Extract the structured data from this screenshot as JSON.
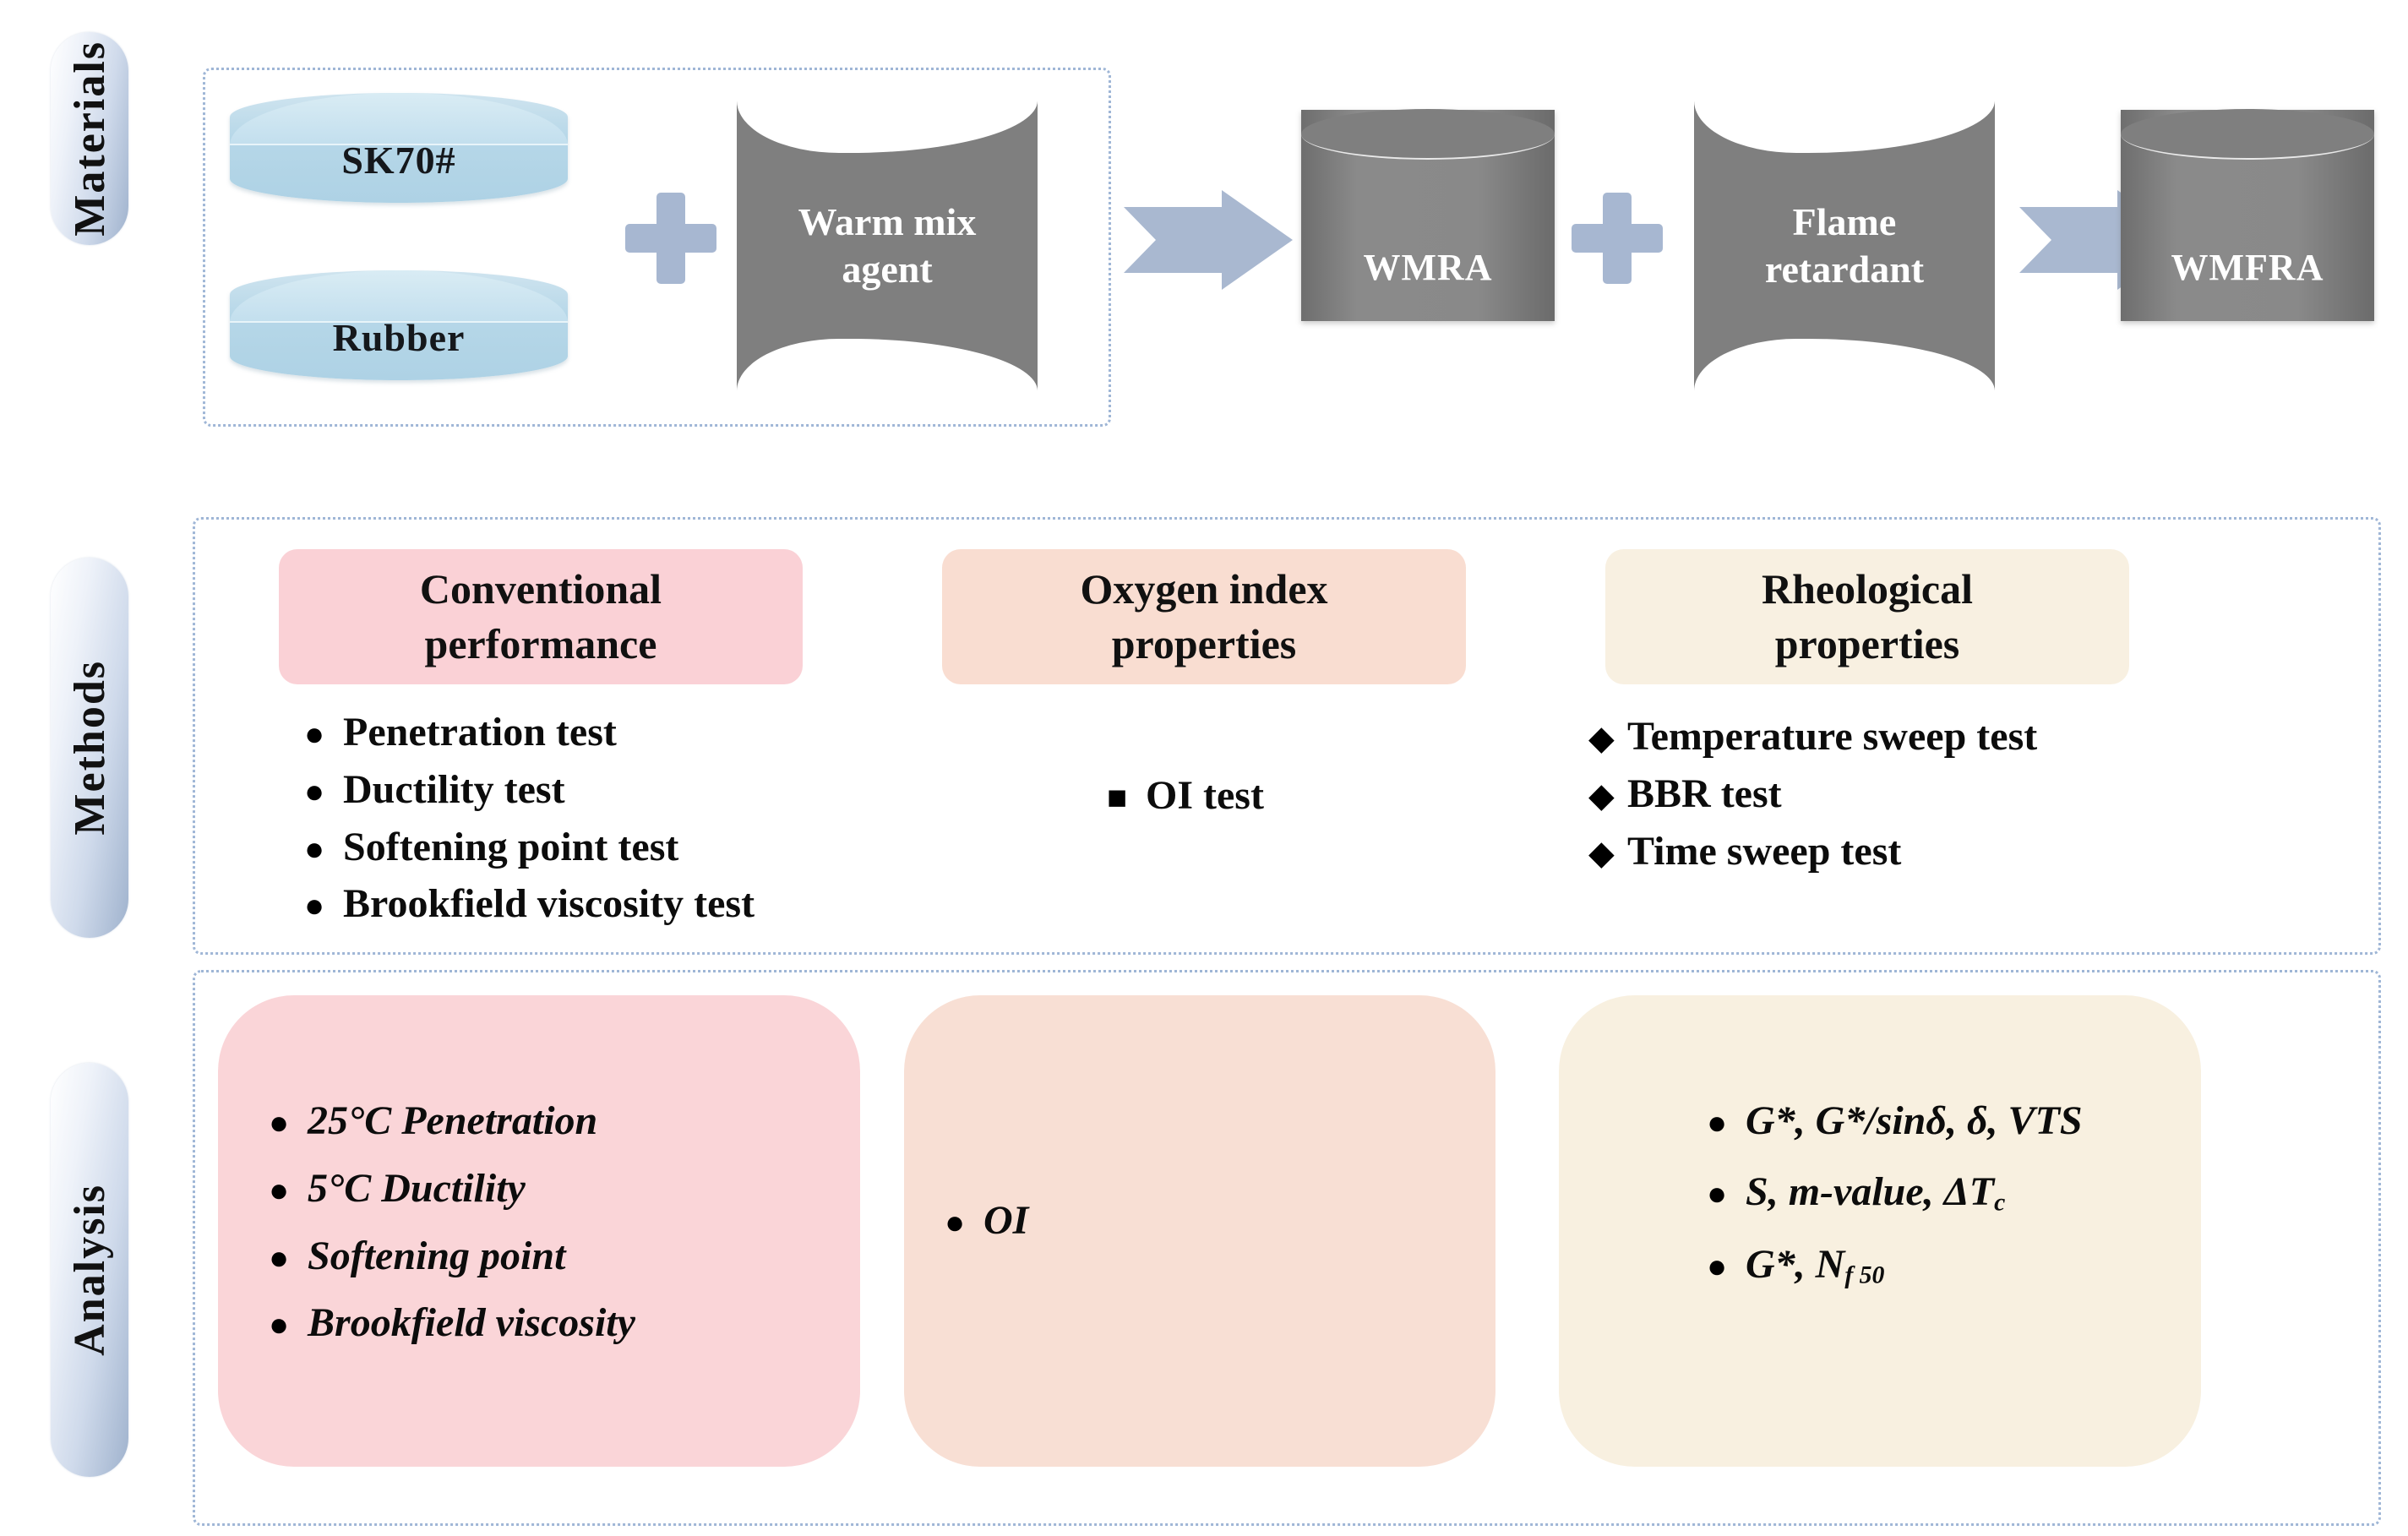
{
  "rows": {
    "materials": {
      "label": "Materials"
    },
    "methods": {
      "label": "Methods"
    },
    "analysis": {
      "label": "Analysis"
    }
  },
  "materials": {
    "discs": [
      {
        "name": "sk70",
        "label": "SK70#"
      },
      {
        "name": "rubber",
        "label": "Rubber"
      }
    ],
    "plus1": "+",
    "warm_mix_agent": "Warm mix\nagent",
    "warm_mix_agent_line1": "Warm mix",
    "warm_mix_agent_line2": "agent",
    "arrow1": "arrow-right",
    "wmra": "WMRA",
    "plus2": "+",
    "flame_retardant_line1": "Flame",
    "flame_retardant_line2": "retardant",
    "arrow2": "arrow-right",
    "wmfra": "WMFRA"
  },
  "methods": {
    "columns": [
      {
        "title_line1": "Conventional",
        "title_line2": "performance",
        "color": "#fad1d6",
        "marker": "●",
        "items": [
          "Penetration test",
          "Ductility test",
          "Softening point test",
          "Brookfield viscosity test"
        ]
      },
      {
        "title_line1": "Oxygen index",
        "title_line2": "properties",
        "color": "#f9ddd1",
        "marker": "■",
        "items": [
          "OI test"
        ]
      },
      {
        "title_line1": "Rheological",
        "title_line2": "properties",
        "color": "#f8f0e1",
        "marker": "◆",
        "items": [
          "Temperature sweep test",
          "BBR test",
          "Time sweep test"
        ]
      }
    ]
  },
  "analysis": {
    "columns": [
      {
        "color": "#fad5d8",
        "marker": "●",
        "items": [
          "25°C Penetration",
          "5°C Ductility",
          "Softening point",
          "Brookfield viscosity"
        ]
      },
      {
        "color": "#f8dfd4",
        "marker": "●",
        "items": [
          "OI"
        ]
      },
      {
        "color": "#f8f0e0",
        "marker": "●",
        "items": [
          "G*, G*/sinδ, δ, VTS",
          "S, m-value, ΔTc",
          "G*, Nf 50"
        ],
        "items_html": [
          "G*, G*/sin&delta;, &delta;, VTS",
          "S, m-value, &Delta;T<sub>c</sub>",
          "G*, N<sub>f 50</sub>"
        ]
      }
    ]
  },
  "colors": {
    "pill_blue": "#a7b7d1",
    "frame_dotted": "#9fb6d6",
    "disc_blue": "#b6d7e8",
    "cylinder_gray": "#7f7f7f",
    "arrow_blue": "#a9b8d0",
    "pink": "#fad1d6",
    "peach": "#f9ddd1",
    "cream": "#f8f0e1"
  }
}
